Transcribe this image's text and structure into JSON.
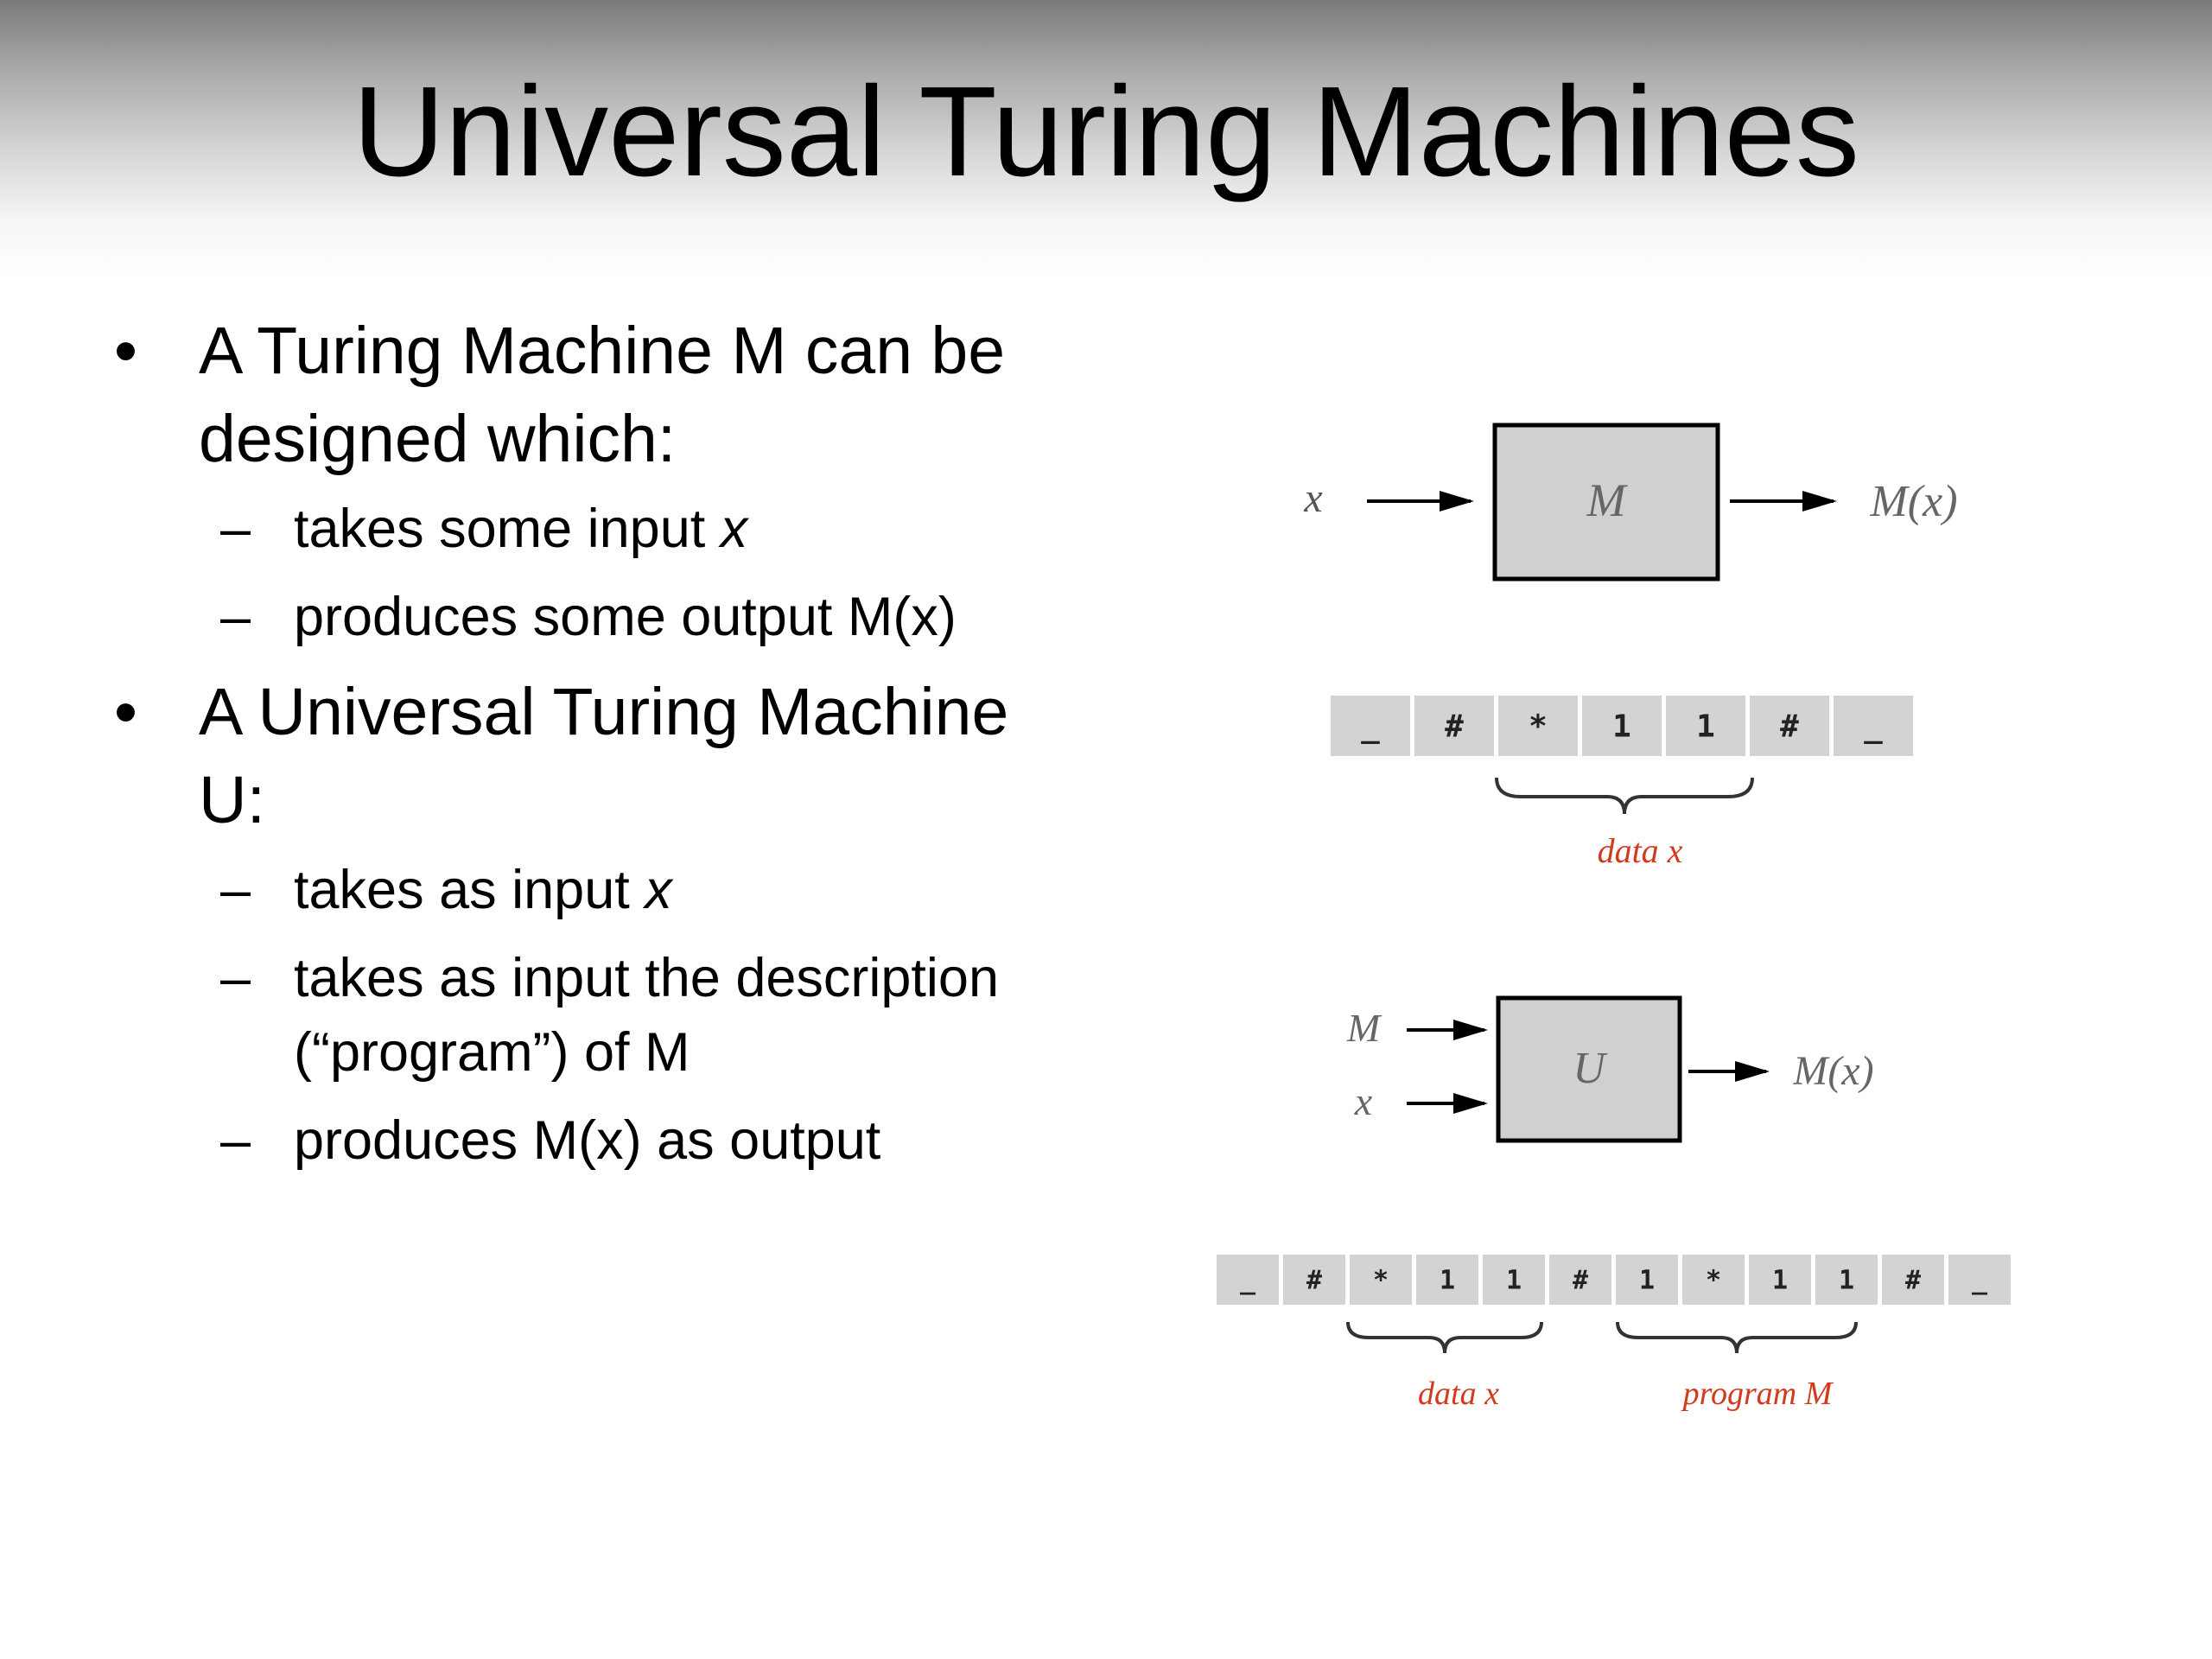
{
  "slide": {
    "title": "Universal Turing Machines"
  },
  "bullets": [
    {
      "line1": "A Turing Machine M can be",
      "line2": "designed which:",
      "subs": [
        {
          "text": "takes some input ",
          "italic": "x"
        },
        {
          "text": "produces some output M(x)",
          "italic": ""
        }
      ]
    },
    {
      "line1": "A Universal Turing Machine",
      "line2": "U:",
      "subs": [
        {
          "text": "takes as input ",
          "italic": "x"
        },
        {
          "text": "takes as input the description",
          "text2": "(“program”) of M",
          "italic": ""
        },
        {
          "text": "produces M(x) as output",
          "italic": ""
        }
      ]
    }
  ],
  "diagram1": {
    "input_label": "x",
    "box_label": "M",
    "output_label": "M(x)",
    "tape": [
      "_",
      "#",
      "*",
      "1",
      "1",
      "#",
      "_"
    ],
    "brace_label": "data x"
  },
  "diagram2": {
    "input_labels": [
      "M",
      "x"
    ],
    "box_label": "U",
    "output_label": "M(x)",
    "tape": [
      "_",
      "#",
      "*",
      "1",
      "1",
      "#",
      "1",
      "*",
      "1",
      "1",
      "#",
      "_"
    ],
    "brace_labels": [
      "data x",
      "program M"
    ]
  },
  "colors": {
    "box_fill": "#d0d0d0",
    "tape_fill": "#d3d3d3",
    "annotation": "#d23a1e"
  }
}
